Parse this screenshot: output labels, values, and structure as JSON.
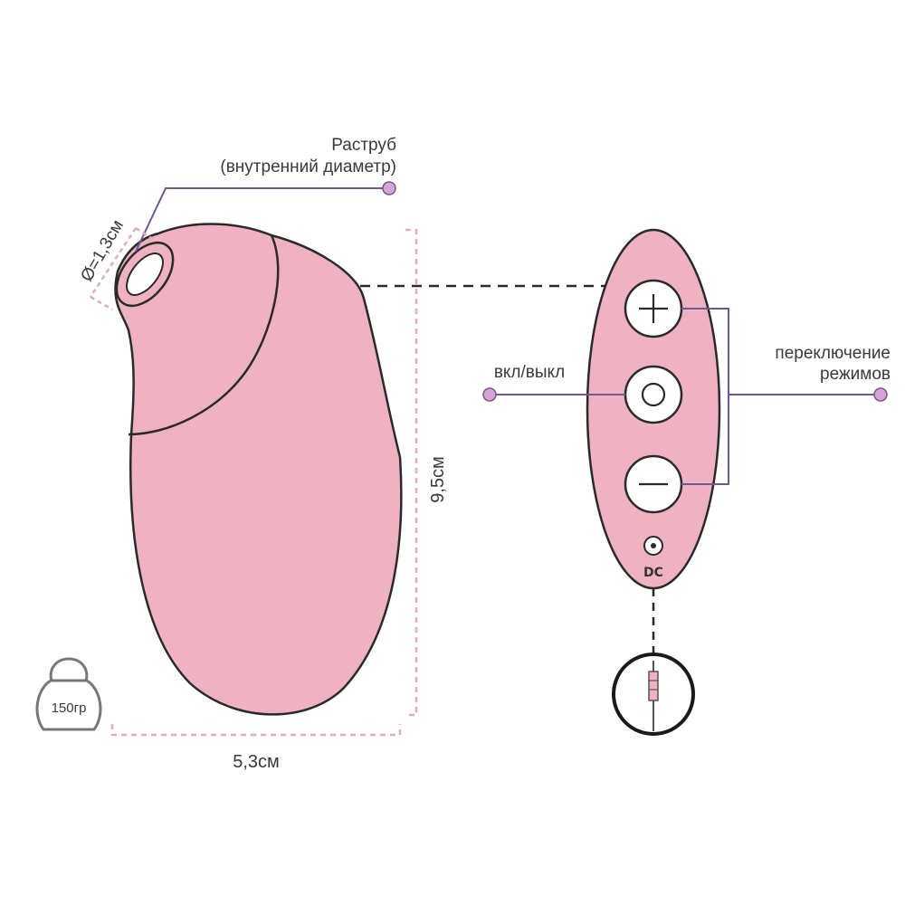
{
  "labels": {
    "nozzle_title": "Раструб",
    "nozzle_subtitle": "(внутренний диаметр)",
    "diameter": "Ø=1,3см",
    "height": "9,5см",
    "width": "5,3см",
    "weight": "150гр",
    "power": "вкл/выкл",
    "modes_line1": "переключение",
    "modes_line2": "режимов",
    "dc": "DC"
  },
  "colors": {
    "body": "#eeb2c3",
    "outline": "#2a2a2a",
    "callout_line": "#6e5a8e",
    "callout_dot": "#d9a3d6",
    "dimension": "#e3a9bd"
  },
  "icons": [
    "plus-icon",
    "power-ring-icon",
    "minus-icon",
    "dc-port-icon",
    "charging-plug-icon",
    "weight-icon"
  ]
}
